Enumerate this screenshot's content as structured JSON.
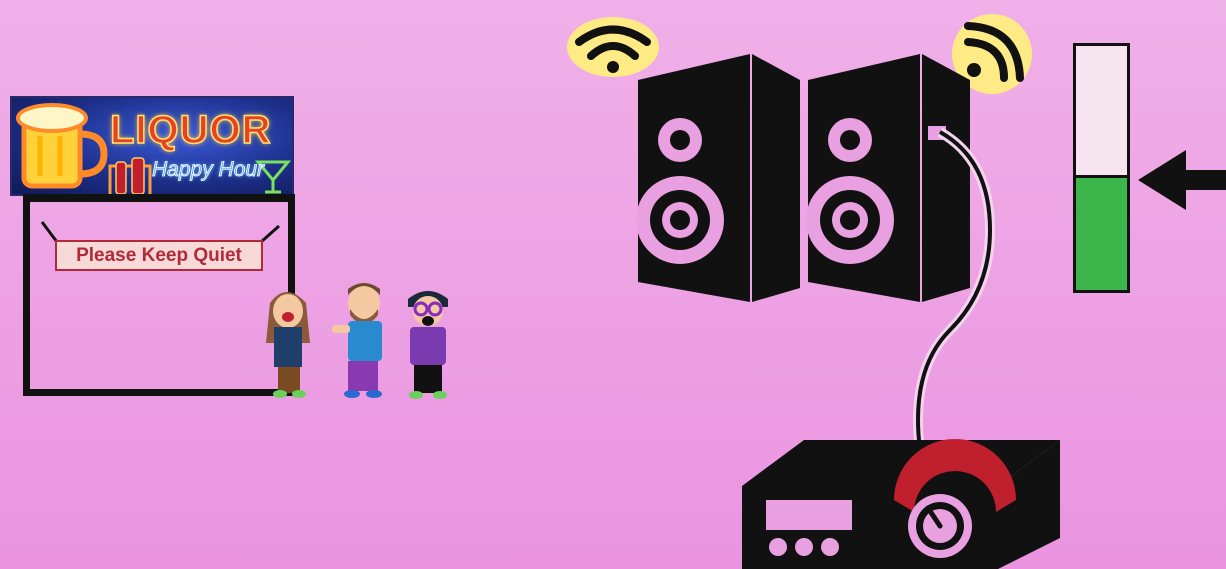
{
  "scene": {
    "store_sign": {
      "title": "LIQUOR",
      "subtitle": "Happy Hour"
    },
    "notice": "Please Keep Quiet",
    "people": [
      {
        "name": "angry-woman",
        "hair": "#8a5a3a",
        "shirt": "#1f3f6a",
        "pants": "#7a4a20"
      },
      {
        "name": "bearded-man",
        "hair": "#6a4a2a",
        "shirt": "#2a8ad0",
        "pants": "#8a3ab0"
      },
      {
        "name": "shouting-man",
        "hair": "#1a2a3a",
        "shirt": "#7a3ab0",
        "pants": "#111111"
      }
    ],
    "volume_level": 0.46,
    "colors": {
      "meter_fill": "#3cb54a",
      "wifi_glow": "#fff27a",
      "knob_dial": "#c0202e",
      "speaker_body": "#111111"
    }
  }
}
